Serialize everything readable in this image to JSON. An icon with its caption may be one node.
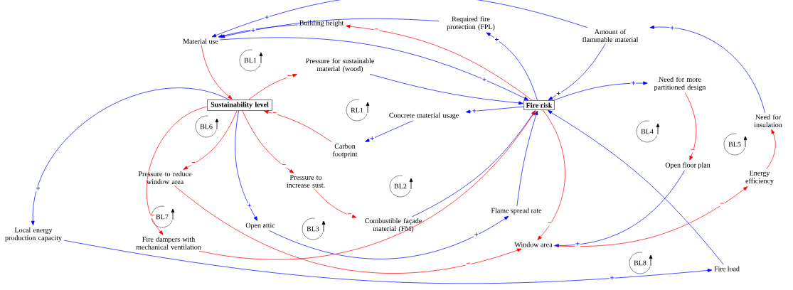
{
  "diagram": {
    "nodes": [
      {
        "text": [
          "Material use"
        ]
      },
      {
        "text": [
          "Building height"
        ]
      },
      {
        "text": [
          "Required fire protection (FPL)"
        ]
      },
      {
        "text": [
          "Amount of flammable material"
        ]
      },
      {
        "text": [
          "Pressure for sustainable material (wood)"
        ]
      },
      {
        "text": [
          "Sustainability level"
        ]
      },
      {
        "text": [
          "Fire risk"
        ]
      },
      {
        "text": [
          "Need for more partitioned design"
        ]
      },
      {
        "text": [
          "Concrete material usage"
        ]
      },
      {
        "text": [
          "Carbon footprint"
        ]
      },
      {
        "text": [
          "Need for insulation"
        ]
      },
      {
        "text": [
          "Pressure to reduce window area"
        ]
      },
      {
        "text": [
          "Pressure to increase sust."
        ]
      },
      {
        "text": [
          "Open floor plan"
        ]
      },
      {
        "text": [
          "Energy efficiency"
        ]
      },
      {
        "text": [
          "Combustible façade material (FM)"
        ]
      },
      {
        "text": [
          "Flame spread rate"
        ]
      },
      {
        "text": [
          "Open attic"
        ]
      },
      {
        "text": [
          "Local energy production capacity"
        ]
      },
      {
        "text": [
          "Fire dampers with mechanical ventilation"
        ]
      },
      {
        "text": [
          "Window area"
        ]
      },
      {
        "text": [
          "Fire load"
        ]
      }
    ],
    "edges": [
      {
        "from": 3,
        "to": 0,
        "arrow": "to",
        "label": "+"
      },
      {
        "from": 2,
        "to": 0,
        "arrow": "to",
        "label": "+"
      },
      {
        "from": 1,
        "to": 0,
        "arrow": "to"
      },
      {
        "from": 0,
        "to": 6,
        "arrow": "to",
        "label": "+"
      },
      {
        "from": 0,
        "to": 5,
        "arrow": "to",
        "color": "#ff0000"
      },
      {
        "from": 5,
        "to": 4,
        "arrow": "to",
        "label": "−",
        "color": "#ff0000"
      },
      {
        "from": 4,
        "to": 6,
        "arrow": "to"
      },
      {
        "from": 6,
        "to": 1,
        "arrow": "to",
        "label": "−",
        "color": "#ff0000"
      },
      {
        "from": 6,
        "to": 2,
        "arrow": "to",
        "label": "+"
      },
      {
        "from": 3,
        "to": 6,
        "arrow": "to",
        "label": "+"
      },
      {
        "from": 6,
        "to": 8,
        "arrow": "to",
        "label": "+"
      },
      {
        "from": 8,
        "to": 9,
        "arrow": "to",
        "label": "+"
      },
      {
        "from": 9,
        "to": 5,
        "arrow": "to",
        "label": "−",
        "color": "#ff0000"
      },
      {
        "from": 6,
        "to": 7,
        "arrow": "to",
        "label": "+"
      },
      {
        "from": 7,
        "to": 13,
        "arrow": "to",
        "label": "−",
        "color": "#ff0000"
      },
      {
        "from": 10,
        "to": 3,
        "arrow": "to",
        "label": "+"
      },
      {
        "from": 14,
        "to": 10,
        "arrow": "to",
        "color": "#ff0000"
      },
      {
        "from": 5,
        "to": 18,
        "arrow": "to",
        "label": "+"
      },
      {
        "from": 5,
        "to": 11,
        "arrow": "to",
        "label": "−",
        "color": "#ff0000"
      },
      {
        "from": 5,
        "to": 19,
        "arrow": "to",
        "label": "−",
        "color": "#ff0000"
      },
      {
        "from": 5,
        "to": 17,
        "arrow": "to",
        "label": "+"
      },
      {
        "from": 5,
        "to": 12,
        "arrow": "to",
        "label": "−",
        "color": "#ff0000"
      },
      {
        "from": 12,
        "to": 15,
        "arrow": "to",
        "label": "−",
        "color": "#ff0000"
      },
      {
        "from": 15,
        "to": 6,
        "arrow": "to"
      },
      {
        "from": 16,
        "to": 6,
        "arrow": "to"
      },
      {
        "from": 6,
        "to": 20,
        "arrow": "to",
        "label": "−",
        "color": "#ff0000"
      },
      {
        "from": 13,
        "to": 20,
        "arrow": "to",
        "label": "+"
      },
      {
        "from": 21,
        "to": 6,
        "arrow": "to"
      },
      {
        "from": 20,
        "to": 14,
        "arrow": "to",
        "label": "−",
        "color": "#ff0000"
      },
      {
        "from": 17,
        "to": 16,
        "arrow": "to",
        "label": "+"
      },
      {
        "from": 11,
        "to": 20,
        "arrow": "to",
        "label": "−",
        "color": "#ff0000"
      },
      {
        "from": 19,
        "to": 6,
        "arrow": "to",
        "color": "#ff0000"
      },
      {
        "from": 18,
        "to": 21,
        "arrow": "to",
        "label": "+"
      }
    ],
    "labels": [
      "BL1",
      "RL1",
      "BL6",
      "BL2",
      "BL4",
      "BL5",
      "BL7",
      "BL3",
      "BL8"
    ]
  }
}
